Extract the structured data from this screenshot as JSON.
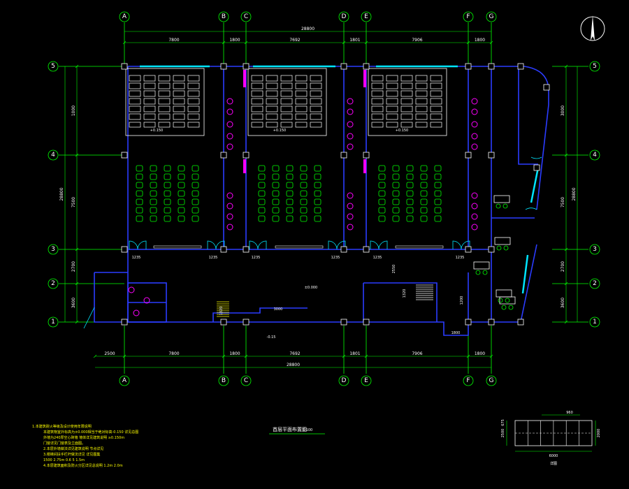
{
  "colors": {
    "background": "#000000",
    "grid": "#00ff00",
    "wall": "#2b3cff",
    "window": "#00e5ff",
    "text": "#ffffff",
    "furniture": "#00ff00",
    "fixture": "#ff00ff",
    "note": "#ffff00"
  },
  "axes_letters": [
    "A",
    "B",
    "C",
    "D",
    "E",
    "F",
    "G"
  ],
  "axes_numbers": [
    "5",
    "4",
    "3",
    "2",
    "1"
  ],
  "dims_top": {
    "overall": "28800",
    "segments": [
      "7800",
      "1800",
      "7692",
      "1801",
      "7906",
      "1800"
    ]
  },
  "dims_bottom": {
    "overall": "28800",
    "segments": [
      "2500",
      "7800",
      "1800",
      "7692",
      "1801",
      "7906",
      "1800"
    ]
  },
  "dims_left": {
    "overall": "28800",
    "segments": [
      "1000",
      "7500",
      "2700",
      "3600"
    ]
  },
  "dims_right": {
    "overall": "28800",
    "segments": [
      "3000",
      "7500",
      "2700",
      "3600"
    ]
  },
  "door_dims": [
    "1235",
    "1235",
    "1235",
    "1235",
    "1235",
    "1235"
  ],
  "levels": {
    "room_a": "+0.150",
    "room_b": "+0.150",
    "room_c": "+0.150",
    "corridor": "±0.000",
    "outside": "-0.15"
  },
  "corridor_dim": "3000",
  "stair_dims": [
    "1320",
    "1320",
    "1200",
    "2550",
    "1800"
  ],
  "plan_title": "首层平面布置图",
  "plan_scale": "1:100",
  "notes": [
    "1.本建筑耐火等级及设计使用年限说明",
    "本建筑物室外标高为±0.000相当于绝对标高-0.150 详见总图",
    "外墙为240厚空心砖墙 墙体详见建筑说明 ≥0.150m",
    "门窗详见门窗表及立面图。",
    "2.本层外墙做法详见建筑说明 节点详见",
    "3.楼梯间扶手栏杆做法详见 详见图集",
    "1500 2.75m 0.6 5 1.5m",
    "4.本层建筑面积及防火分区详见总说明 1.2m 2.0m"
  ],
  "detail": {
    "dims": [
      "960",
      "2500",
      "2000",
      "675",
      "6000"
    ],
    "label": "详图"
  }
}
